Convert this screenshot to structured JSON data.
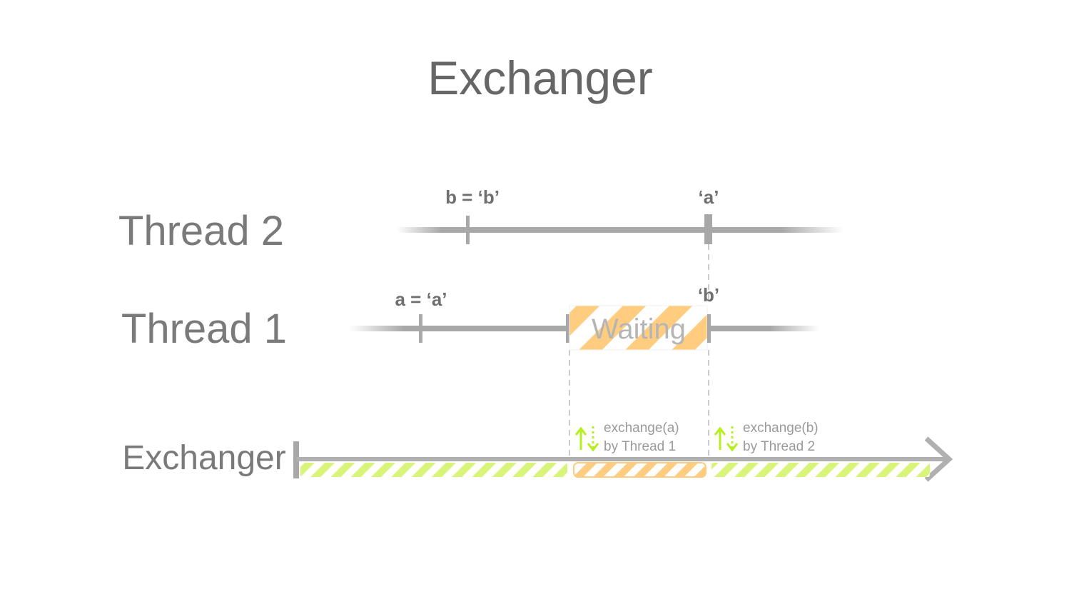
{
  "title": "Exchanger",
  "rows": {
    "thread2": "Thread 2",
    "thread1": "Thread 1",
    "exchanger": "Exchanger"
  },
  "thread2_marks": {
    "assign": "b = ‘b’",
    "received": "‘a’"
  },
  "thread1_marks": {
    "assign": "a = ‘a’",
    "received": "‘b’"
  },
  "waiting_label": "Waiting",
  "exchange_events": [
    {
      "call": "exchange(a)",
      "by": "by Thread 1"
    },
    {
      "call": "exchange(b)",
      "by": "by Thread 2"
    }
  ],
  "colors": {
    "line": "#a8a8a8",
    "text": "#6f6f6f",
    "waiting_stripe": "#ffcc80",
    "active_stripe": "#d8f57a",
    "exchange_arrow": "#b6f01c"
  },
  "icons": [
    "exchange-arrows-icon"
  ]
}
